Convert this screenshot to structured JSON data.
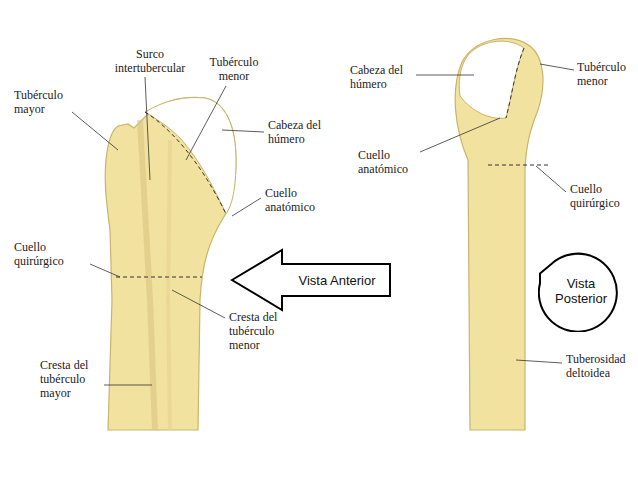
{
  "diagram": {
    "nodes": [
      {
        "text": [
          "Vista Anterior"
        ]
      },
      {
        "text": [
          "Vista Posterior"
        ]
      }
    ],
    "labels": [
      "Surco intertubercular",
      "Tubérculo menor",
      "Tubérculo mayor",
      "Cabeza del húmero",
      "Cuello anatómico",
      "Cuello quirúrgico",
      "Cresta del tubérculo menor",
      "Cresta del tubérculo mayor",
      "Cabeza del húmero",
      "Tubérculo menor",
      "Cuello anatómico",
      "Cuello quirúrgico",
      "Tuberosidad deltoidea"
    ]
  }
}
